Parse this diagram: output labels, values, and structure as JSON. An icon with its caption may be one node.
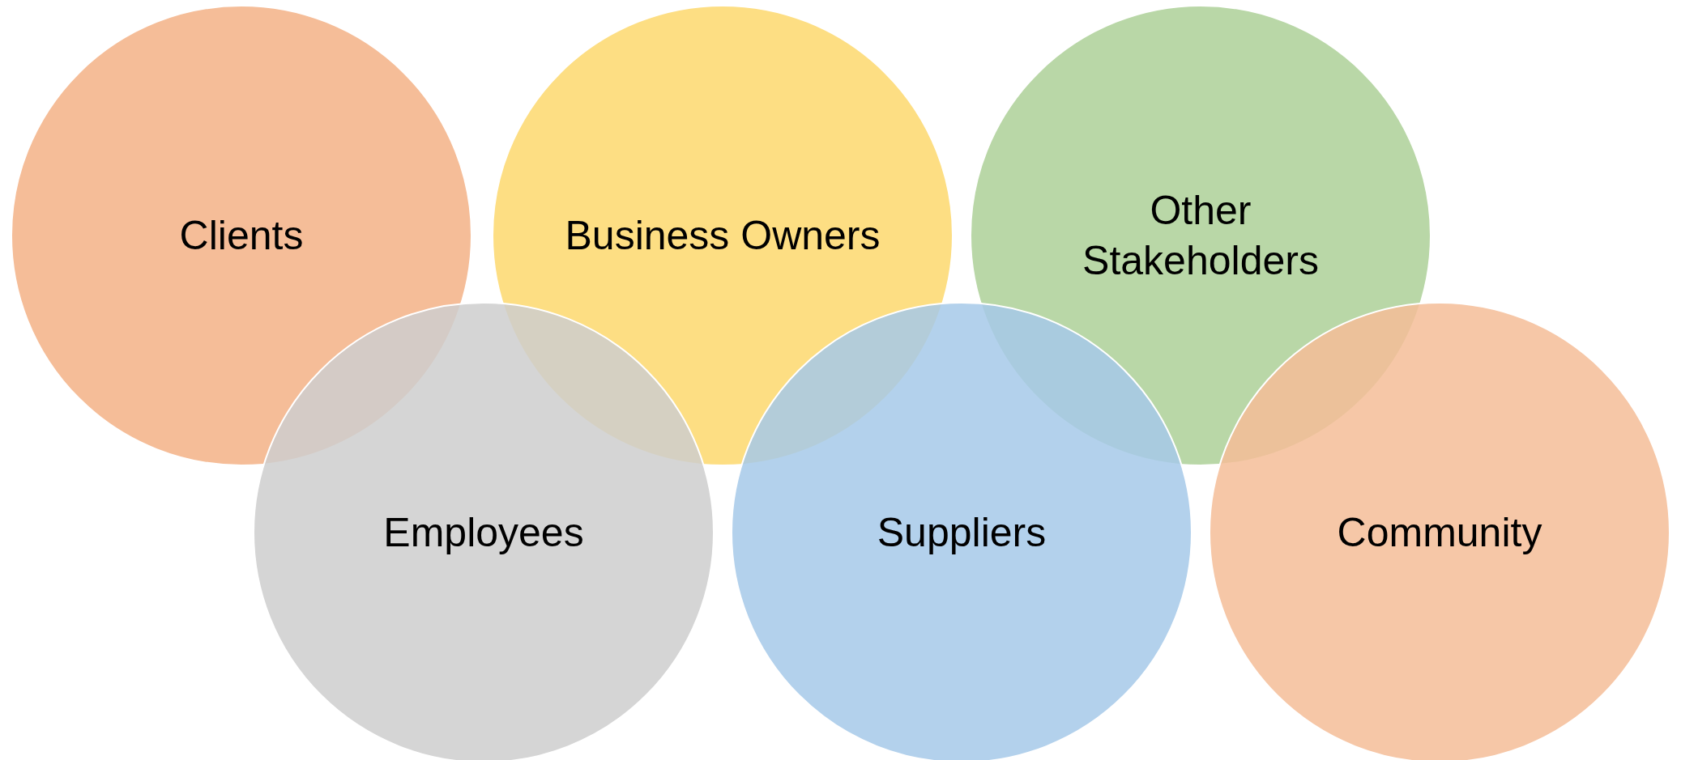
{
  "diagram": {
    "nodes": [
      {
        "text": [
          "Clients"
        ]
      },
      {
        "text": [
          "Business Owners"
        ]
      },
      {
        "text": [
          "Other Stakeholders"
        ]
      },
      {
        "text": [
          "Employees"
        ]
      },
      {
        "text": [
          "Suppliers"
        ]
      },
      {
        "text": [
          "Community"
        ]
      }
    ]
  }
}
